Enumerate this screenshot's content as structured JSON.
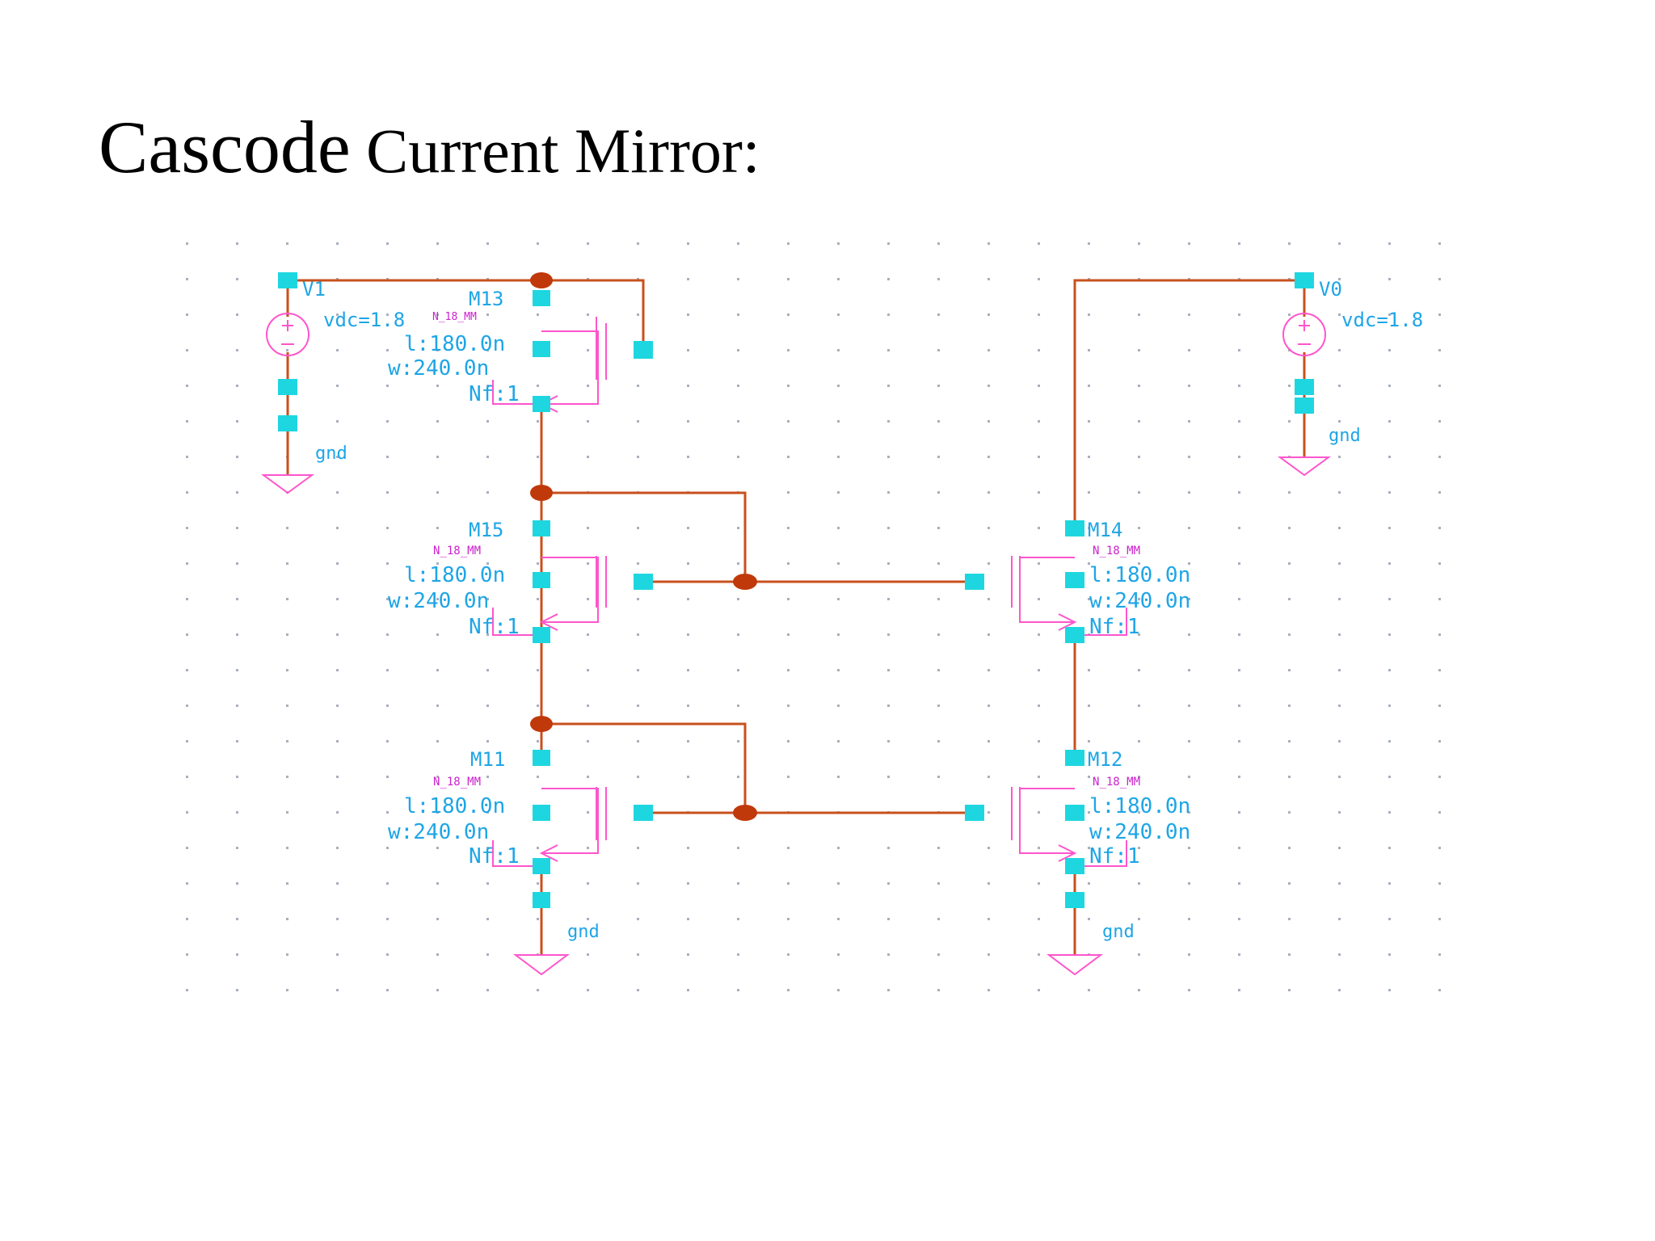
{
  "title": {
    "main": "Cascode",
    "rest": " Current Mirror:"
  },
  "colors": {
    "wire": "#c8501e",
    "junction": "#c0390a",
    "pin": "#1ed6e0",
    "label": "#1ea5e6",
    "symbol": "#ff55cc",
    "model": "#cc22cc",
    "grid_dot": "#a8b0bc"
  },
  "sources": [
    {
      "name": "V1",
      "param": "vdc=1.8",
      "gnd": "gnd"
    },
    {
      "name": "V0",
      "param": "vdc=1.8",
      "gnd": "gnd"
    }
  ],
  "transistors": [
    {
      "name": "M13",
      "model": "N_18_MM",
      "l": "l:180.0n",
      "w": "w:240.0n",
      "nf": "Nf:1"
    },
    {
      "name": "M15",
      "model": "N_18_MM",
      "l": "l:180.0n",
      "w": "w:240.0n",
      "nf": "Nf:1"
    },
    {
      "name": "M11",
      "model": "N_18_MM",
      "l": "l:180.0n",
      "w": "w:240.0n",
      "nf": "Nf:1"
    },
    {
      "name": "M14",
      "model": "N_18_MM",
      "l": "l:180.0n",
      "w": "w:240.0n",
      "nf": "Nf:1"
    },
    {
      "name": "M12",
      "model": "N_18_MM",
      "l": "l:180.0n",
      "w": "w:240.0n",
      "nf": "Nf:1"
    }
  ],
  "grounds": [
    "gnd",
    "gnd"
  ]
}
